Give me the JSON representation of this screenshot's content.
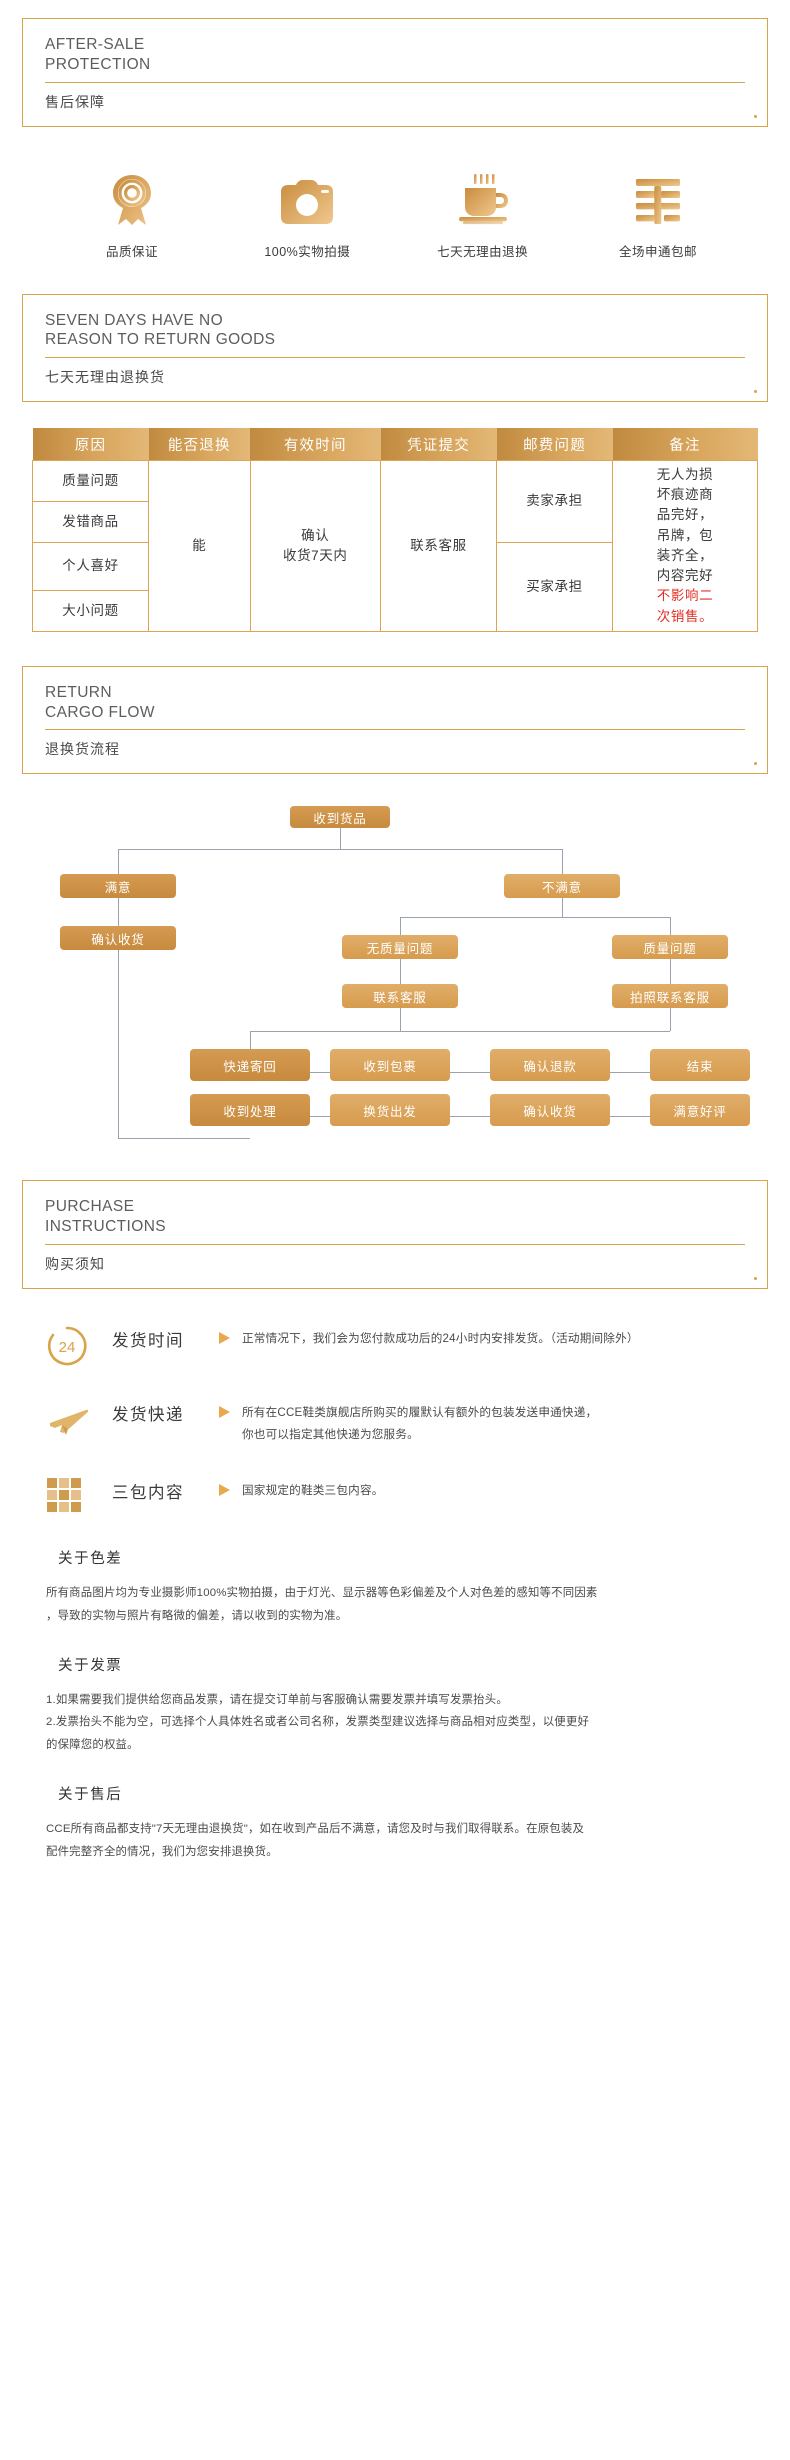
{
  "sections": {
    "aftersale": {
      "en": "AFTER-SALE\nPROTECTION",
      "cn": "售后保障"
    },
    "sevendays": {
      "en": "SEVEN DAYS HAVE NO\nREASON TO RETURN GOODS",
      "cn": "七天无理由退换货"
    },
    "returnflow": {
      "en": "RETURN\nCARGO FLOW",
      "cn": "退换货流程"
    },
    "purchase": {
      "en": "PURCHASE\nINSTRUCTIONS",
      "cn": "购买须知"
    }
  },
  "features": [
    {
      "icon": "award-ribbon-icon",
      "label": "品质保证"
    },
    {
      "icon": "camera-icon",
      "label": "100%实物拍摄"
    },
    {
      "icon": "coffee-cup-icon",
      "label": "七天无理由退换"
    },
    {
      "icon": "postal-mail-icon",
      "label": "全场申通包邮"
    }
  ],
  "table": {
    "headers": [
      "原因",
      "能否退换",
      "有效时间",
      "凭证提交",
      "邮费问题",
      "备注"
    ],
    "reasons": [
      "质量问题",
      "发错商品",
      "个人喜好",
      "大小问题"
    ],
    "canreturn": "能",
    "validtime": "确认\n收货7天内",
    "proof": "联系客服",
    "shipping": [
      "卖家承担",
      "买家承担"
    ],
    "remark_normal_1": "无人为损",
    "remark_normal_2": "坏痕迹商",
    "remark_normal_3": "品完好，",
    "remark_normal_4": "吊牌，包",
    "remark_normal_5": "装齐全，",
    "remark_normal_6": "内容完好",
    "remark_red_1": "不影响二",
    "remark_red_2": "次销售。"
  },
  "flowchart": {
    "nodes": [
      {
        "id": "n1",
        "label": "收到货品",
        "tone": "dark"
      },
      {
        "id": "n2",
        "label": "满意",
        "tone": "dark"
      },
      {
        "id": "n3",
        "label": "不满意",
        "tone": "light"
      },
      {
        "id": "n4",
        "label": "确认收货",
        "tone": "dark"
      },
      {
        "id": "n5",
        "label": "无质量问题",
        "tone": "light"
      },
      {
        "id": "n6",
        "label": "质量问题",
        "tone": "light"
      },
      {
        "id": "n7",
        "label": "联系客服",
        "tone": "light"
      },
      {
        "id": "n8",
        "label": "拍照联系客服",
        "tone": "light"
      },
      {
        "id": "n9",
        "label": "快递寄回",
        "tone": "dark"
      },
      {
        "id": "n10",
        "label": "收到包裹",
        "tone": "light"
      },
      {
        "id": "n11",
        "label": "确认退款",
        "tone": "light"
      },
      {
        "id": "n12",
        "label": "结束",
        "tone": "light"
      },
      {
        "id": "n13",
        "label": "收到处理",
        "tone": "dark"
      },
      {
        "id": "n14",
        "label": "换货出发",
        "tone": "light"
      },
      {
        "id": "n15",
        "label": "确认收货",
        "tone": "light"
      },
      {
        "id": "n16",
        "label": "满意好评",
        "tone": "light"
      }
    ]
  },
  "instructions": [
    {
      "icon": "clock-24-icon",
      "title": "发货时间",
      "body": "正常情况下，我们会为您付款成功后的24小时内安排发货。（活动期间除外）"
    },
    {
      "icon": "airplane-icon",
      "title": "发货快递",
      "body": "所有在CCE鞋类旗舰店所购买的履默认有额外的包装发送申通快递，\n你也可以指定其他快递为您服务。"
    },
    {
      "icon": "grid-blocks-icon",
      "title": "三包内容",
      "body": "国家规定的鞋类三包内容。"
    }
  ],
  "notes": [
    {
      "heading": "关于色差",
      "paragraphs": [
        "所有商品图片均为专业摄影师100%实物拍摄，由于灯光、显示器等色彩偏差及个人对色差的感知等不同因素",
        "，导致的实物与照片有略微的偏差，请以收到的实物为准。"
      ]
    },
    {
      "heading": "关于发票",
      "paragraphs": [
        "1.如果需要我们提供给您商品发票，请在提交订单前与客服确认需要发票并填写发票抬头。",
        "2.发票抬头不能为空，可选择个人具体姓名或者公司名称，发票类型建议选择与商品相对应类型，以便更好",
        "的保障您的权益。"
      ]
    },
    {
      "heading": "关于售后",
      "paragraphs": [
        "CCE所有商品都支持\"7天无理由退换货\"，如在收到产品后不满意，请您及时与我们取得联系。在原包装及",
        "配件完整齐全的情况，我们为您安排退换货。"
      ]
    }
  ],
  "colors": {
    "accent": "#d9a34a",
    "node_light": "#e0ae69",
    "node_dark": "#c78a3e",
    "red": "#e03025",
    "line": "#9aa2ae"
  }
}
